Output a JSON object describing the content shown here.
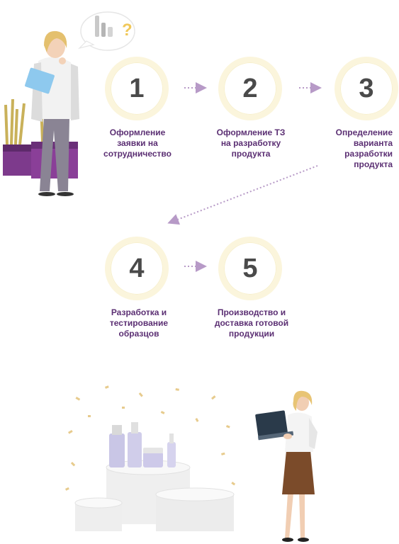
{
  "steps": [
    {
      "num": "1",
      "label": "Оформление\nзаявки на\nсотрудничество"
    },
    {
      "num": "2",
      "label": "Оформление ТЗ\nна разработку\nпродукта"
    },
    {
      "num": "3",
      "label": "Определение\nварианта\nразработки\nпродукта"
    },
    {
      "num": "4",
      "label": "Разработка и\nтестирование\nобразцов"
    },
    {
      "num": "5",
      "label": "Производство и\nдоставка готовой\nпродукции"
    }
  ],
  "colors": {
    "accent": "#5b2f73",
    "arrow": "#b79ac7",
    "circle_ring": "#fbf5dc",
    "number": "#4a4a4a"
  },
  "icons": {
    "speech_bubble": "question-bubble-icon",
    "arrow": "dotted-arrow-icon"
  }
}
